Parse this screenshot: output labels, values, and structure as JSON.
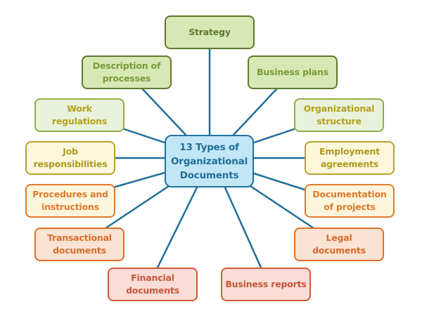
{
  "diagram": {
    "center": {
      "lines": [
        "13 Types of",
        "Organizational",
        "Documents"
      ],
      "color": "#c3e6f6",
      "border": "#1f74a0"
    },
    "connector_color": "#1f6e98",
    "nodes": [
      {
        "id": "strategy",
        "lines": [
          "Strategy"
        ],
        "group": "green-dark"
      },
      {
        "id": "description-of-processes",
        "lines": [
          "Description of",
          "processes"
        ],
        "group": "green-dark"
      },
      {
        "id": "business-plans",
        "lines": [
          "Business plans"
        ],
        "group": "green-dark"
      },
      {
        "id": "work-regulations",
        "lines": [
          "Work regulations"
        ],
        "group": "green-light"
      },
      {
        "id": "organizational-structure",
        "lines": [
          "Organizational",
          "structure"
        ],
        "group": "green-light"
      },
      {
        "id": "job-responsibilities",
        "lines": [
          "Job",
          "responsibilities"
        ],
        "group": "yellow"
      },
      {
        "id": "employment-agreements",
        "lines": [
          "Employment",
          "agreements"
        ],
        "group": "yellow"
      },
      {
        "id": "procedures-and-instructions",
        "lines": [
          "Procedures and",
          "instructions"
        ],
        "group": "orange-light"
      },
      {
        "id": "documentation-of-projects",
        "lines": [
          "Documentation",
          "of projects"
        ],
        "group": "orange-light"
      },
      {
        "id": "transactional-documents",
        "lines": [
          "Transactional",
          "documents"
        ],
        "group": "orange"
      },
      {
        "id": "legal-documents",
        "lines": [
          "Legal documents"
        ],
        "group": "orange"
      },
      {
        "id": "financial-documents",
        "lines": [
          "Financial",
          "documents"
        ],
        "group": "red"
      },
      {
        "id": "business-reports",
        "lines": [
          "Business reports"
        ],
        "group": "red"
      }
    ],
    "group_colors": {
      "green-dark": {
        "fill": "#d7e8b4",
        "border": "#5e7a2e",
        "text": "#7a9a3a"
      },
      "green-light": {
        "fill": "#e9f2da",
        "border": "#8fae48",
        "text": "#b4a21e"
      },
      "yellow": {
        "fill": "#fdf8dc",
        "border": "#b8a22a",
        "text": "#ad9a20"
      },
      "orange-light": {
        "fill": "#fdf6dc",
        "border": "#e07a2c",
        "text": "#df7a2c"
      },
      "orange": {
        "fill": "#fbe3d4",
        "border": "#e0702c",
        "text": "#d86c2a"
      },
      "red": {
        "fill": "#f9ddd6",
        "border": "#cf5a3a",
        "text": "#c9553a"
      }
    }
  }
}
